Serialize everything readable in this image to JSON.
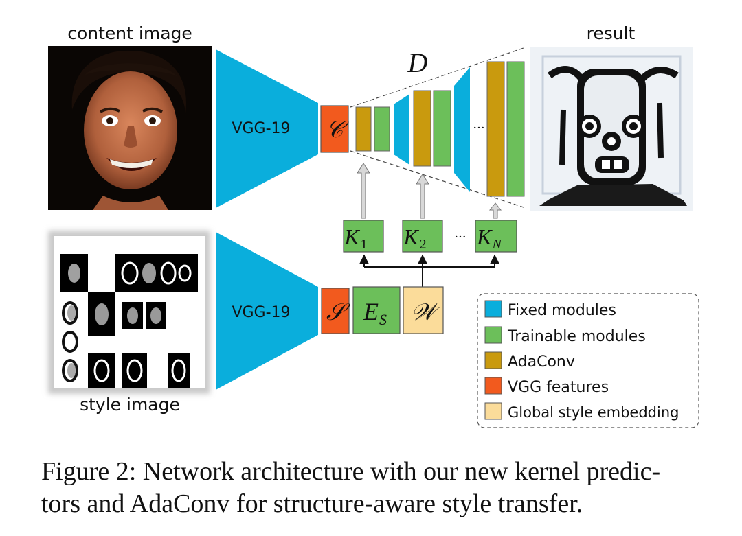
{
  "labels": {
    "content_image": "content image",
    "style_image": "style image",
    "result": "result",
    "vgg_top": "VGG-19",
    "vgg_bottom": "VGG-19",
    "decoder": "D",
    "content_feature": "𝒞",
    "style_feature": "𝒮",
    "encoder": "E",
    "encoder_sub": "S",
    "global_embedding": "𝒲",
    "k1": "K",
    "k1_sub": "1",
    "k2": "K",
    "k2_sub": "2",
    "kn": "K",
    "kn_sub": "N",
    "ellipsis": "···"
  },
  "legend": [
    {
      "label": "Fixed modules",
      "color": "#0aaedc"
    },
    {
      "label": "Trainable modules",
      "color": "#6cbf5a"
    },
    {
      "label": "AdaConv",
      "color": "#c99a0e"
    },
    {
      "label": "VGG features",
      "color": "#f25a1e"
    },
    {
      "label": "Global style embedding",
      "color": "#fbdc9a"
    }
  ],
  "caption": {
    "line1": "Figure 2: Network architecture with our new kernel predic-",
    "line2": "tors and AdaConv for structure-aware style transfer."
  }
}
